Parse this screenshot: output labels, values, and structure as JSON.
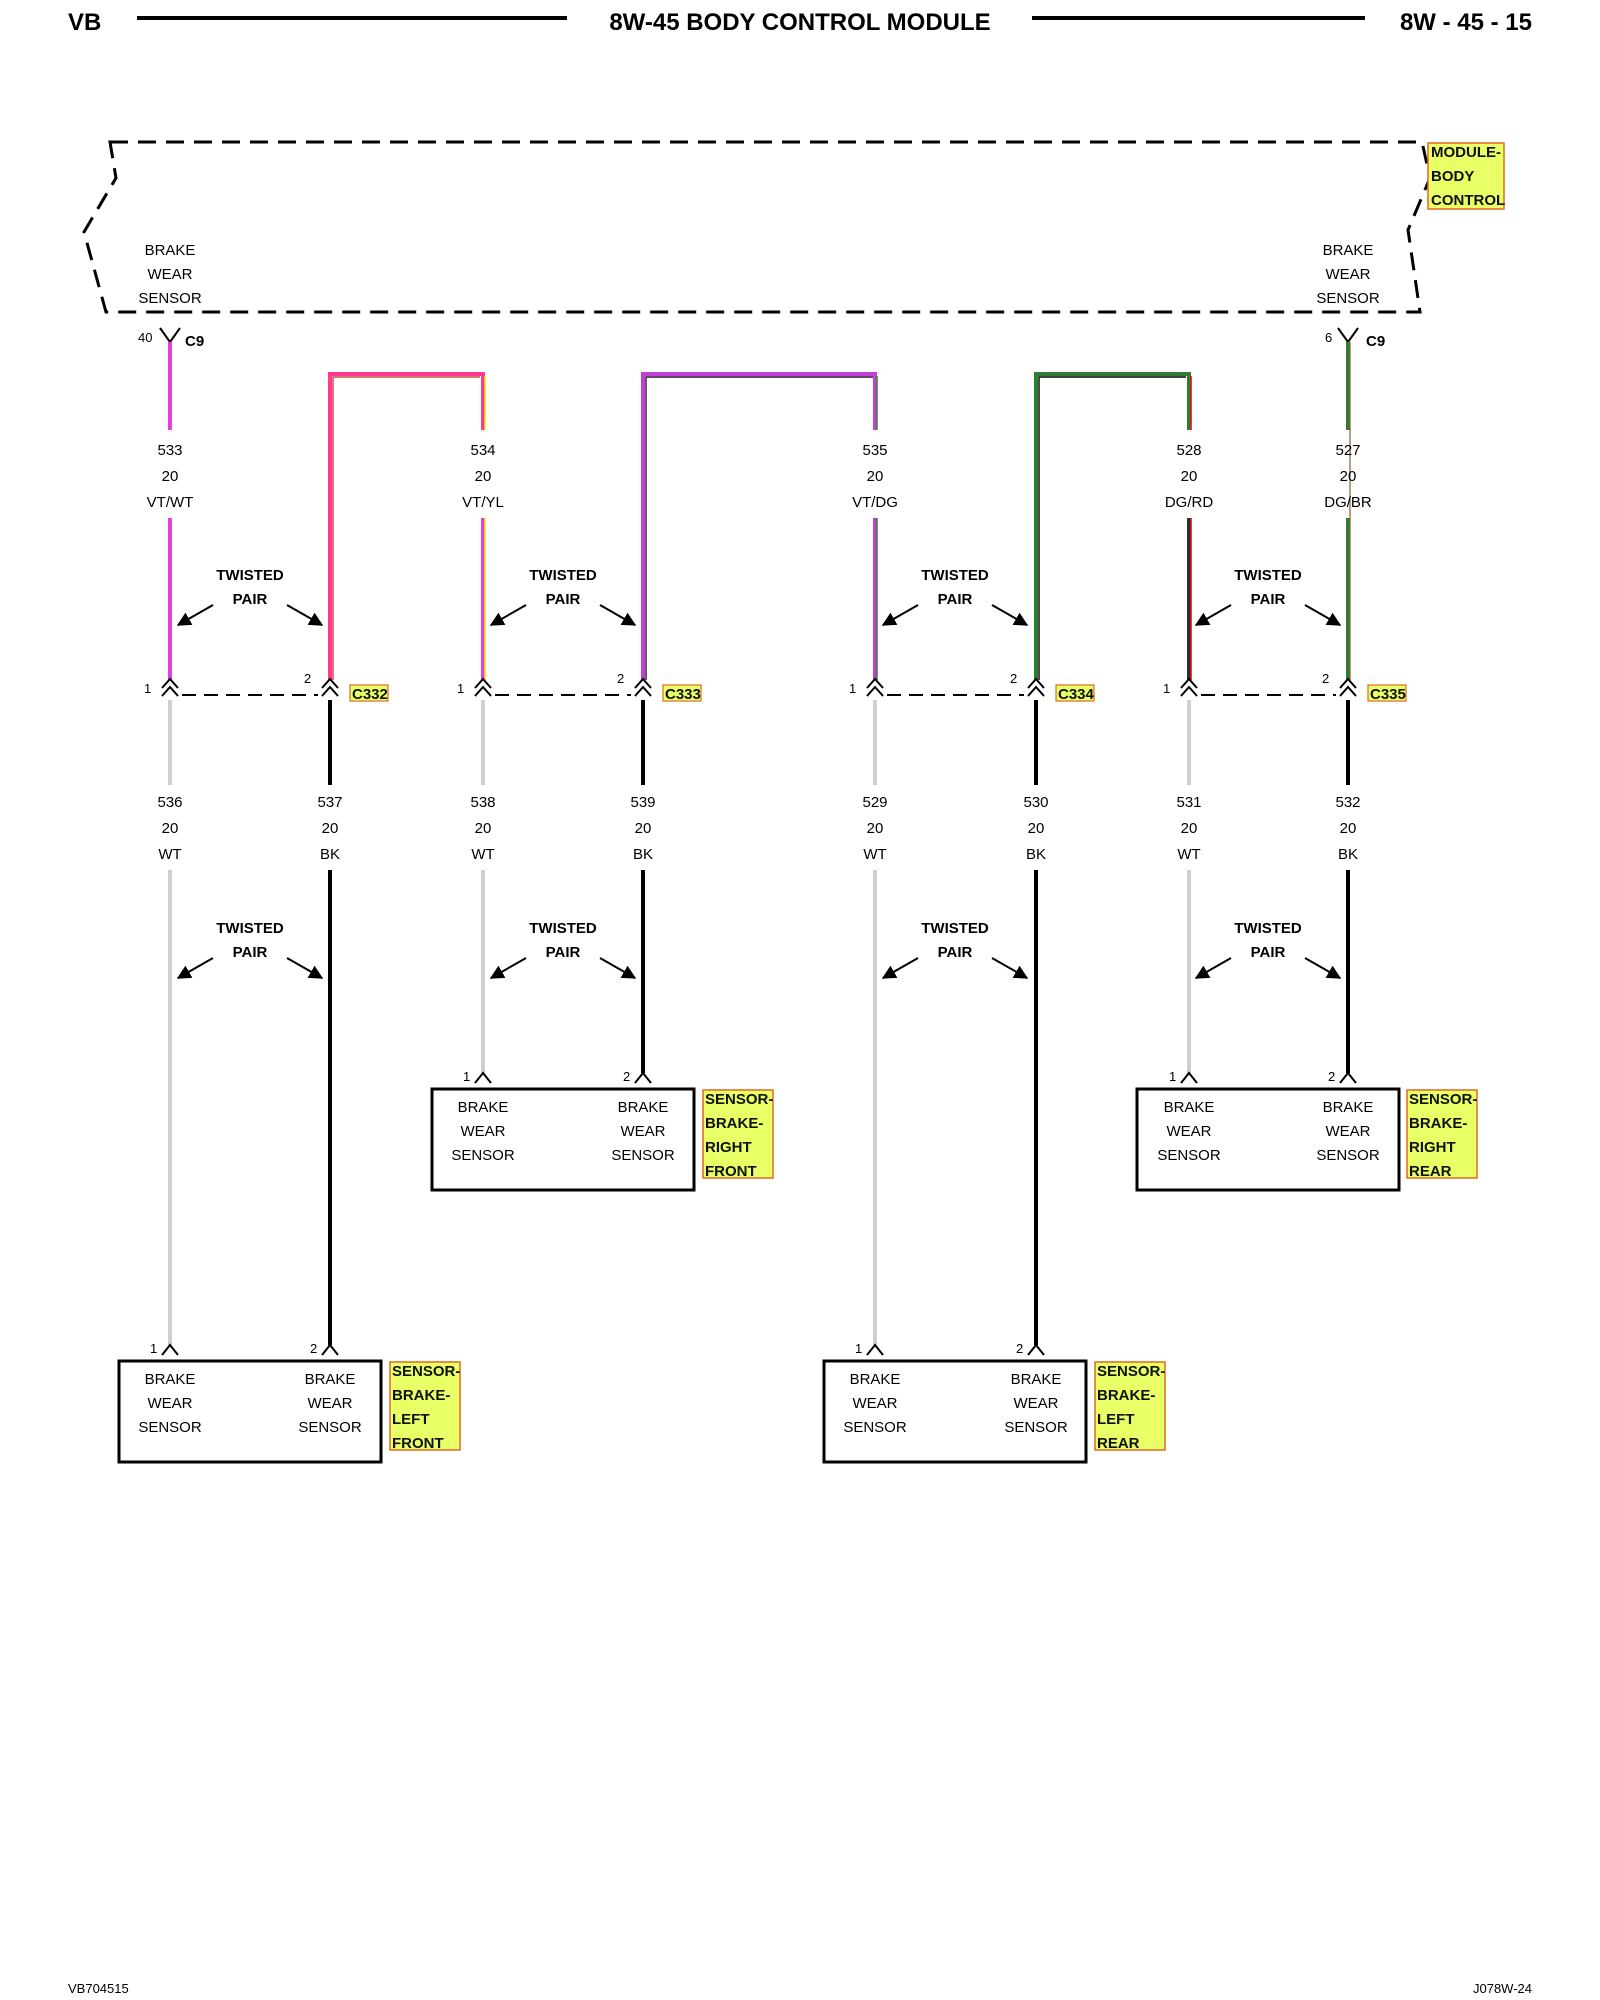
{
  "header": {
    "left": "VB",
    "title": "8W-45 BODY CONTROL MODULE",
    "page": "8W - 45 - 15"
  },
  "module": {
    "tag": [
      "MODULE-",
      "BODY",
      "CONTROL"
    ],
    "left_label": [
      "BRAKE",
      "WEAR",
      "SENSOR"
    ],
    "right_label": [
      "BRAKE",
      "WEAR",
      "SENSOR"
    ],
    "left_pin": "40",
    "left_connector": "C9",
    "right_pin": "6",
    "right_connector": "C9"
  },
  "upper_wires": [
    {
      "circuit": "533",
      "gauge": "20",
      "color_code": "VT/WT"
    },
    {
      "circuit": "534",
      "gauge": "20",
      "color_code": "VT/YL"
    },
    {
      "circuit": "535",
      "gauge": "20",
      "color_code": "VT/DG"
    },
    {
      "circuit": "528",
      "gauge": "20",
      "color_code": "DG/RD"
    },
    {
      "circuit": "527",
      "gauge": "20",
      "color_code": "DG/BR"
    }
  ],
  "twisted_pair_label": [
    "TWISTED",
    "PAIR"
  ],
  "connectors": [
    {
      "id": "C332",
      "pin1": "1",
      "pin2": "2"
    },
    {
      "id": "C333",
      "pin1": "1",
      "pin2": "2"
    },
    {
      "id": "C334",
      "pin1": "1",
      "pin2": "2"
    },
    {
      "id": "C335",
      "pin1": "1",
      "pin2": "2"
    }
  ],
  "lower_wires": [
    {
      "circuit": "536",
      "gauge": "20",
      "color_code": "WT"
    },
    {
      "circuit": "537",
      "gauge": "20",
      "color_code": "BK"
    },
    {
      "circuit": "538",
      "gauge": "20",
      "color_code": "WT"
    },
    {
      "circuit": "539",
      "gauge": "20",
      "color_code": "BK"
    },
    {
      "circuit": "529",
      "gauge": "20",
      "color_code": "WT"
    },
    {
      "circuit": "530",
      "gauge": "20",
      "color_code": "BK"
    },
    {
      "circuit": "531",
      "gauge": "20",
      "color_code": "WT"
    },
    {
      "circuit": "532",
      "gauge": "20",
      "color_code": "BK"
    }
  ],
  "sensors": [
    {
      "tag": [
        "SENSOR-",
        "BRAKE-",
        "LEFT",
        "FRONT"
      ],
      "pin1": "1",
      "pin2": "2",
      "label": [
        "BRAKE",
        "WEAR",
        "SENSOR"
      ]
    },
    {
      "tag": [
        "SENSOR-",
        "BRAKE-",
        "RIGHT",
        "FRONT"
      ],
      "pin1": "1",
      "pin2": "2",
      "label": [
        "BRAKE",
        "WEAR",
        "SENSOR"
      ]
    },
    {
      "tag": [
        "SENSOR-",
        "BRAKE-",
        "LEFT",
        "REAR"
      ],
      "pin1": "1",
      "pin2": "2",
      "label": [
        "BRAKE",
        "WEAR",
        "SENSOR"
      ]
    },
    {
      "tag": [
        "SENSOR-",
        "BRAKE-",
        "RIGHT",
        "REAR"
      ],
      "pin1": "1",
      "pin2": "2",
      "label": [
        "BRAKE",
        "WEAR",
        "SENSOR"
      ]
    }
  ],
  "footer": {
    "left": "VB704515",
    "right": "J078W-24"
  },
  "colors": {
    "violet": "#e040e0",
    "pink": "#ff3a8c",
    "yellow": "#f5e400",
    "darkgreen": "#2e7d32",
    "red": "#e01010",
    "brown": "#8a5a2b",
    "white_wire": "#cfcfcf",
    "black_wire": "#000000",
    "tag_fill": "#e8ff66",
    "tag_border": "#e06a20"
  }
}
